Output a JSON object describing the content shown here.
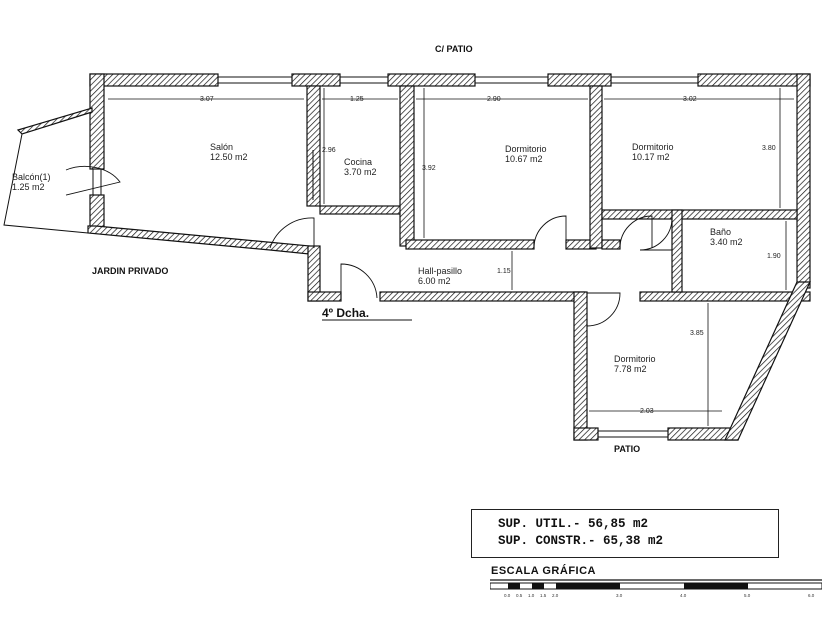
{
  "labels": {
    "street_top": "C/ PATIO",
    "garden": "JARDIN PRIVADO",
    "patio_bottom": "PATIO",
    "floor": "4º Dcha."
  },
  "rooms": [
    {
      "name": "Salón",
      "area": "12.50 m2"
    },
    {
      "name": "Cocina",
      "area": "3.70 m2"
    },
    {
      "name": "Dormitorio",
      "area": "10.67 m2"
    },
    {
      "name": "Dormitorio",
      "area": "10.17 m2"
    },
    {
      "name": "Balcón(1)",
      "area": "1.25 m2"
    },
    {
      "name": "Hall-pasillo",
      "area": "6.00 m2"
    },
    {
      "name": "Baño",
      "area": "3.40 m2"
    },
    {
      "name": "Dormitorio",
      "area": "7.78 m2"
    }
  ],
  "dimensions": [
    "3.07",
    "1.25",
    "2.90",
    "3.02",
    "2.96",
    "3.92",
    "3.80",
    "1.15",
    "1.90",
    "3.85",
    "2.03"
  ],
  "surface": {
    "util": "SUP. UTIL.- 56,85 m2",
    "constr": "SUP. CONSTR.- 65,38 m2"
  },
  "scale": {
    "title": "ESCALA GRÁFICA",
    "ticks": [
      "0.0",
      "0.5",
      "1.0",
      "1.5",
      "2.0",
      "3.0",
      "4.0",
      "5.0",
      "6.0"
    ]
  }
}
